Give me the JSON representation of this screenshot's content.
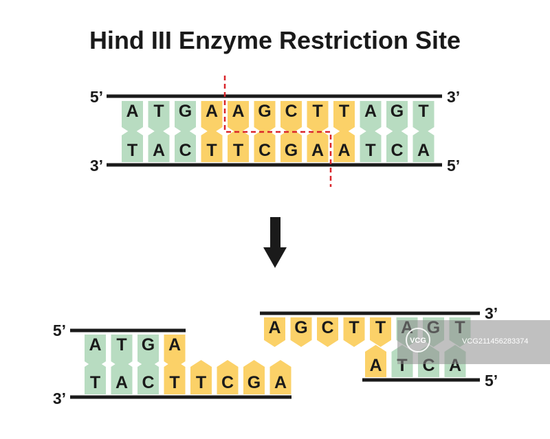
{
  "title": "Hind III Enzyme Restriction Site",
  "colors": {
    "green": "#b8dcc1",
    "yellow": "#fbd168",
    "backbone": "#1a1a1a",
    "cut_line": "#d9252a",
    "arrow": "#1a1a1a",
    "watermark_bg": "#8c8c8c"
  },
  "top_dna": {
    "top_strand": {
      "bases": [
        "A",
        "T",
        "G",
        "A",
        "A",
        "G",
        "C",
        "T",
        "T",
        "A",
        "G",
        "T"
      ],
      "highlighted": [
        3,
        4,
        5,
        6,
        7,
        8
      ],
      "left_end": "5’",
      "right_end": "3’"
    },
    "bottom_strand": {
      "bases": [
        "T",
        "A",
        "C",
        "T",
        "T",
        "C",
        "G",
        "A",
        "A",
        "T",
        "C",
        "A"
      ],
      "highlighted": [
        3,
        4,
        5,
        6,
        7,
        8
      ],
      "left_end": "3’",
      "right_end": "5’"
    }
  },
  "left_fragment": {
    "top_bases": [
      "A",
      "T",
      "G",
      "A"
    ],
    "top_highlighted": [
      3
    ],
    "bottom_bases": [
      "T",
      "A",
      "C",
      "T",
      "T",
      "C",
      "G",
      "A"
    ],
    "bottom_highlighted": [
      3,
      4,
      5,
      6,
      7
    ],
    "top_left_end": "5’",
    "bottom_left_end": "3’"
  },
  "right_fragment": {
    "top_bases": [
      "A",
      "G",
      "C",
      "T",
      "T",
      "A",
      "G",
      "T"
    ],
    "top_highlighted": [
      0,
      1,
      2,
      3,
      4
    ],
    "bottom_bases": [
      "A",
      "T",
      "C",
      "A"
    ],
    "bottom_highlighted": [
      0
    ],
    "top_right_end": "3’",
    "bottom_right_end": "5’"
  },
  "watermark": {
    "logo": "VCG",
    "text": "VCG211456283374"
  }
}
